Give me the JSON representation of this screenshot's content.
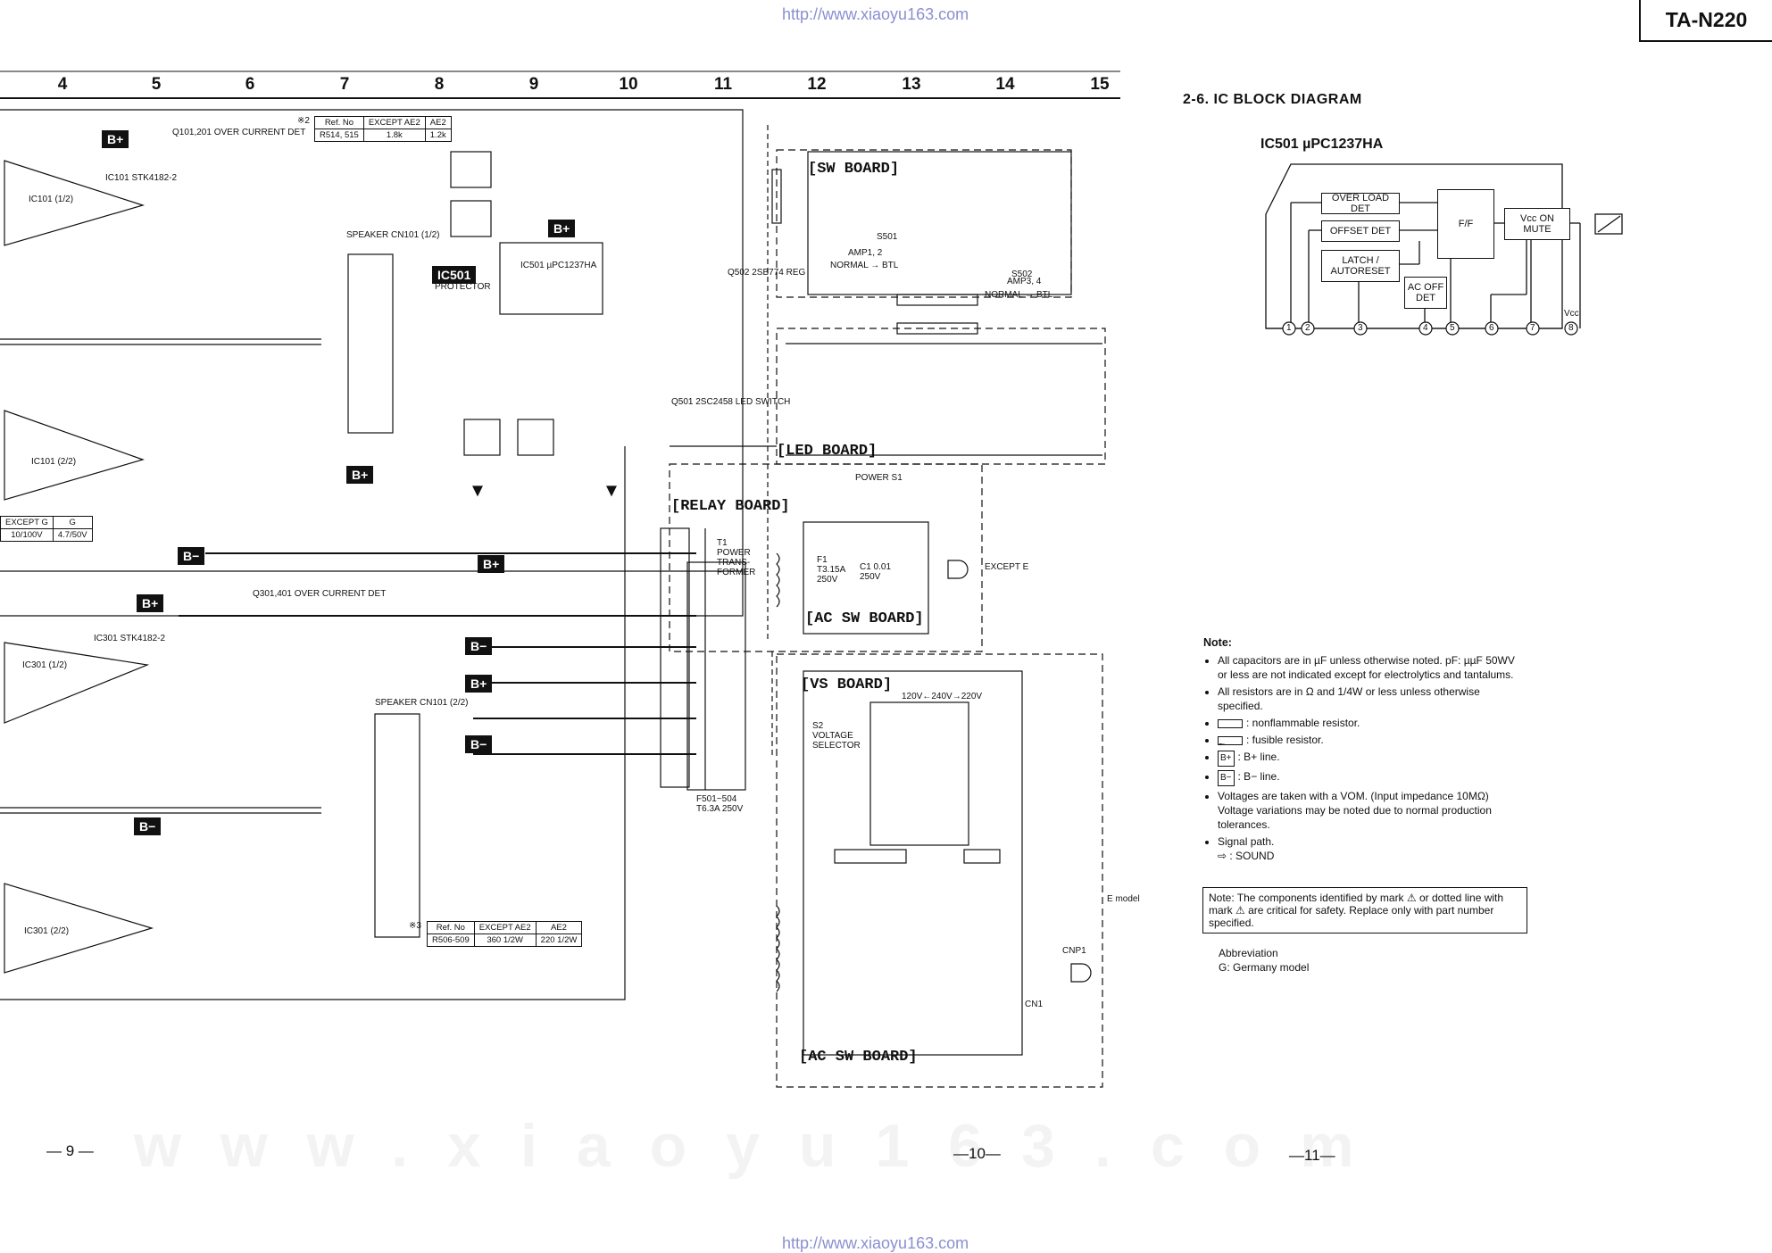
{
  "header": {
    "url_top": "http://www.xiaoyu163.com",
    "url_bottom": "http://www.xiaoyu163.com",
    "model": "TA-N220"
  },
  "grid_numbers": [
    "4",
    "5",
    "6",
    "7",
    "8",
    "9",
    "10",
    "11",
    "12",
    "13",
    "14",
    "15"
  ],
  "ic_block": {
    "section_title": "2-6.  IC BLOCK DIAGRAM",
    "ic_name": "IC501  µPC1237HA",
    "blocks": {
      "over_load": "OVER LOAD DET",
      "offset": "OFFSET DET",
      "latch": "LATCH / AUTORESET",
      "ac_off": "AC OFF DET",
      "ff": "F/F",
      "vcc_on": "Vcc ON MUTE"
    },
    "pins": [
      "1",
      "2",
      "3",
      "4",
      "5",
      "6",
      "7",
      "8"
    ],
    "vcc_label": "Vcc"
  },
  "boards": {
    "sw": "[SW BOARD]",
    "led": "[LED BOARD]",
    "relay": "[RELAY BOARD]",
    "ac_sw_1": "[AC SW BOARD]",
    "vs": "[VS BOARD]",
    "ac_sw_2": "[AC SW BOARD]"
  },
  "schematic_labels": {
    "ic101_1": "IC101 (1/2)",
    "ic101_2": "IC101 (2/2)",
    "ic301_1": "IC301 (1/2)",
    "ic301_2": "IC301 (2/2)",
    "ic101_part": "IC101 STK4182-2",
    "ic301_part": "IC301 STK4182-2",
    "q101": "Q101,201 OVER CURRENT DET",
    "q301": "Q301,401 OVER CURRENT DET",
    "speaker1": "SPEAKER CN101 (1/2)",
    "speaker2": "SPEAKER CN101 (2/2)",
    "ic501_tag": "IC501",
    "ic501_desc": "PROTECTOR",
    "ic501_part": "IC501 µPC1237HA",
    "q501": "Q501 2SC2458 LED SWITCH",
    "q502": "Q502 2SB774 REG",
    "s501": "S501",
    "s502": "S502",
    "amp12": "AMP1, 2",
    "amp34": "AMP3, 4",
    "normal_btl_1": "NORMAL → BTL",
    "normal_btl_2": "NORMAL → BTL",
    "power_s1": "POWER S1",
    "transformer": "T1 POWER TRANS-FORMER",
    "except_e": "EXCEPT E",
    "e_model": "E model",
    "fuse_f1": "F1 T3.15A 250V",
    "c1": "C1 0.01 250V",
    "fuse_range": "F501~504 T6.3A 250V",
    "voltage": "120V←240V→220V",
    "s2_selector": "S2 VOLTAGE SELECTOR",
    "except_g": "EXCEPT G",
    "g": "G",
    "except_g_val": "10/100V",
    "g_val": "4.7/50V",
    "cnp1": "CNP1",
    "cn1": "CN1"
  },
  "ref_table_1": {
    "headers": [
      "Ref. No",
      "EXCEPT AE2",
      "AE2"
    ],
    "row": [
      "R514, 515",
      "1.8k",
      "1.2k"
    ],
    "mark": "※2"
  },
  "ref_table_2": {
    "headers": [
      "Ref. No",
      "EXCEPT AE2",
      "AE2"
    ],
    "row": [
      "R506-509",
      "360 1/2W",
      "220 1/2W"
    ],
    "mark": "※3"
  },
  "notes": {
    "title": "Note:",
    "items": [
      "All capacitors are in µF unless otherwise noted. pF: µµF 50WV or less are not indicated except for electrolytics and tantalums.",
      "All resistors are in Ω and 1/4W or less unless otherwise specified.",
      ": nonflammable resistor.",
      ": fusible resistor.",
      ": B+ line.",
      ": B− line.",
      "Voltages are taken with a VOM. (Input impedance 10MΩ) Voltage variations may be noted due to normal production tolerances.",
      "Signal path.",
      "⇨ : SOUND"
    ],
    "box": "Note: The components identified by mark ⚠ or dotted line with mark ⚠ are critical for safety. Replace only with part number specified.",
    "abbr_title": "Abbreviation",
    "abbr": "G: Germany model"
  },
  "page_numbers": [
    "— 9 —",
    "—10—",
    "—11—"
  ],
  "watermark": "www.xiaoyu163.com",
  "tags": {
    "bplus": "B+",
    "bminus": "B−"
  }
}
